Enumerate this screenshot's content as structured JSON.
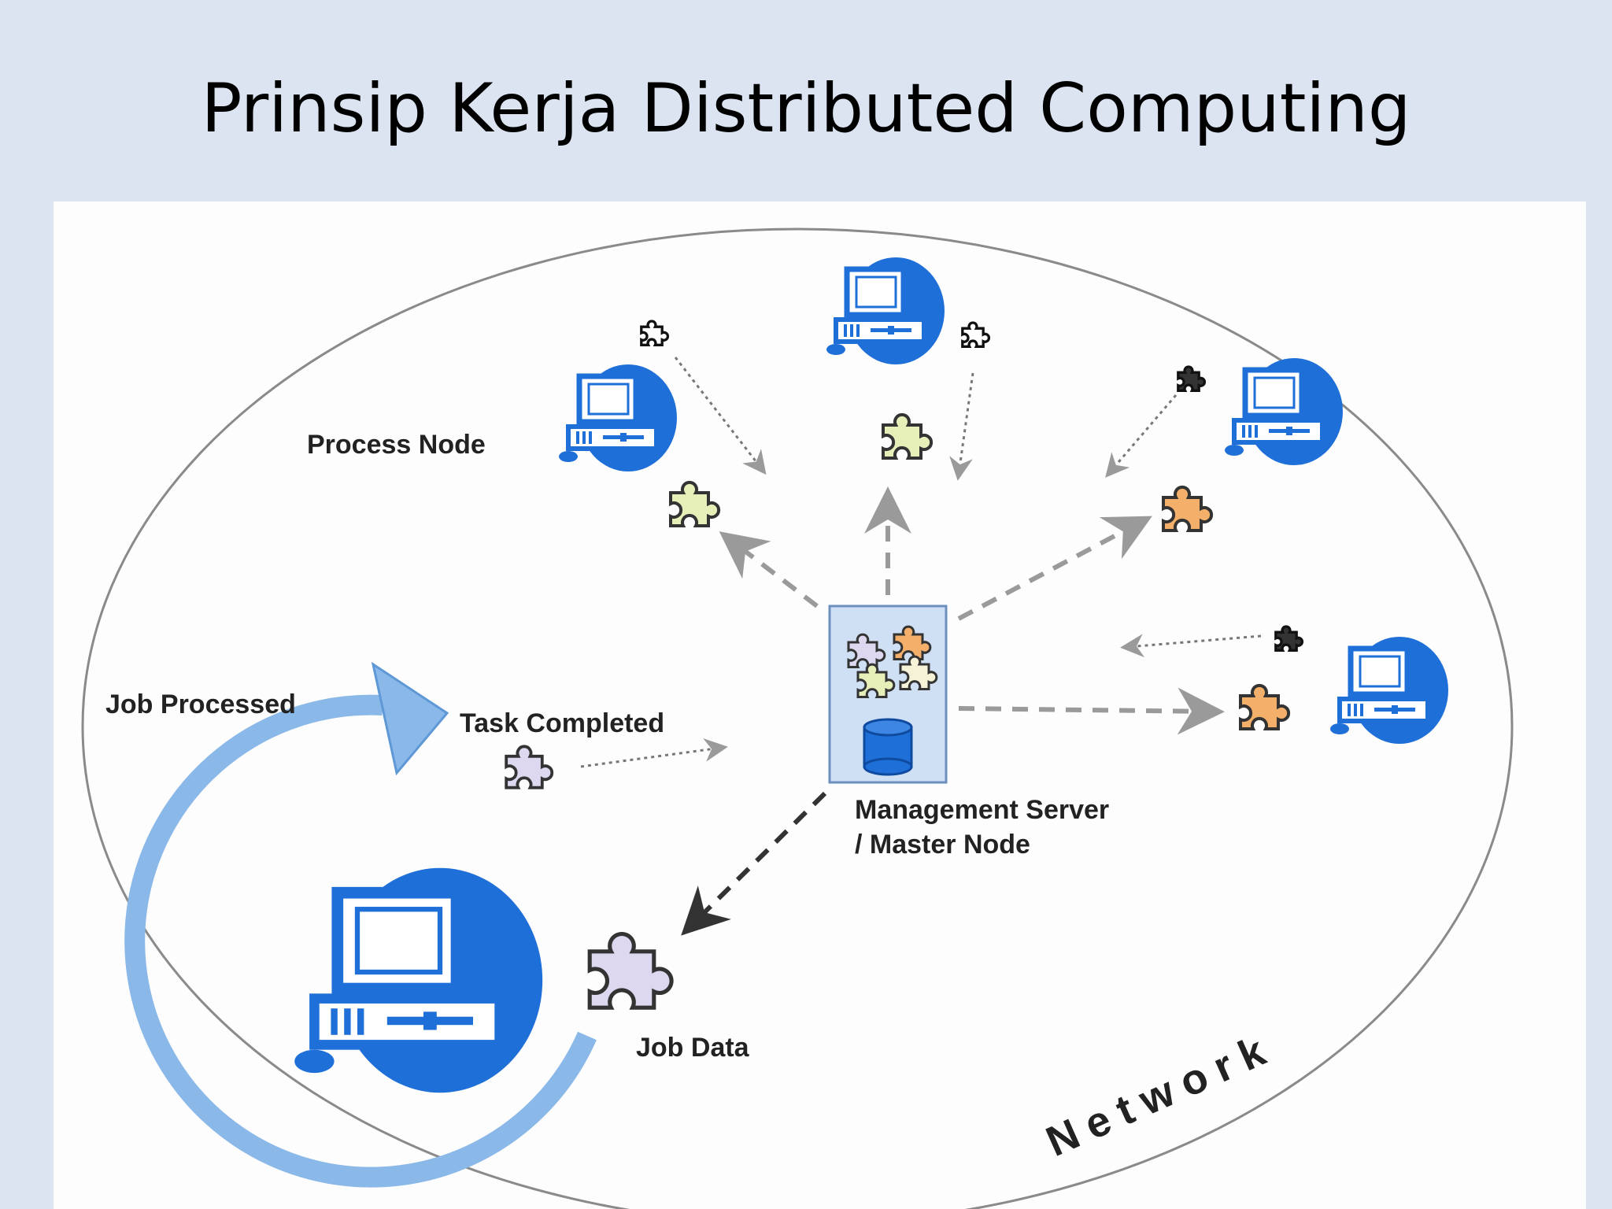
{
  "title": "Prinsip Kerja Distributed Computing",
  "diagram": {
    "labels": {
      "process_node": "Process Node",
      "job_processed": "Job Processed",
      "task_completed": "Task Completed",
      "management_server_line1": "Management Server",
      "management_server_line2": "/ Master Node",
      "job_data": "Job Data",
      "network": "Network"
    },
    "colors": {
      "background": "#dce4f1",
      "computer_blue": "#1f6fd8",
      "server_box": "#cfe0f5",
      "cycle_arrow": "#8ab8e8",
      "arrow_gray": "#9a9a9a",
      "piece_yellow_green": "#e6efb8",
      "piece_orange": "#f4b06a",
      "piece_lavender": "#ddd8f0"
    },
    "icons": [
      "computer-icon",
      "puzzle-piece-icon",
      "database-icon",
      "cycle-arrow-icon"
    ]
  }
}
